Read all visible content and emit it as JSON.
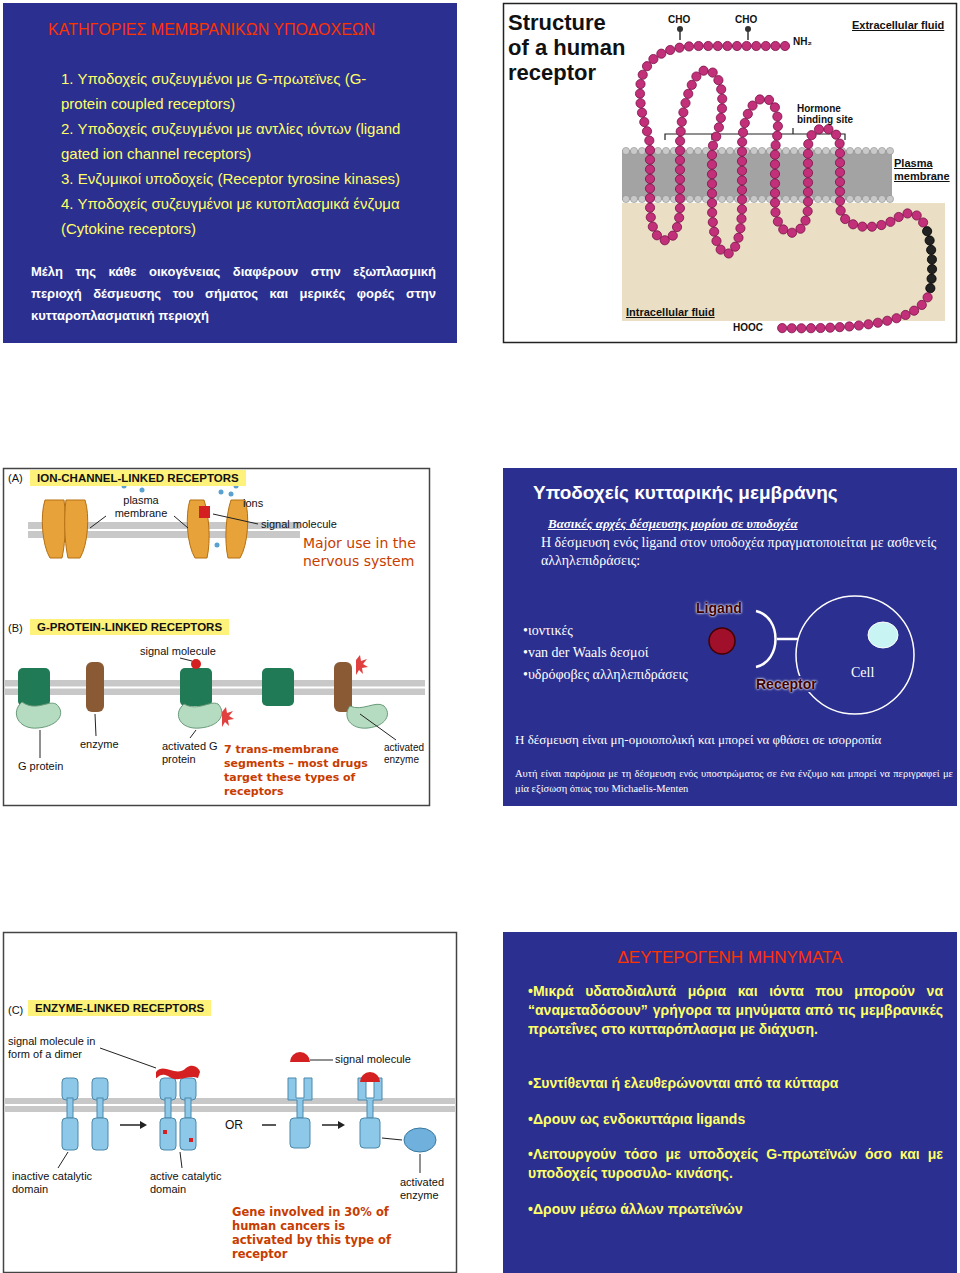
{
  "diagram": {
    "nodes": [
      {
        "text": [
          "ΚΑΤΗΓΟΡΙΕΣ ΜΕΜΒΡΑΝΙΚΩΝ ΥΠΟΔΟΧΕΩΝ",
          "1. Υποδοχείς συζευγμένοι με G-πρωτεϊνες (G-protein coupled receptors)",
          "2. Υποδοχείς συζευγμένοι με αντλίες ιόντων (ligand gated ion channel receptors)",
          "3. Ενζυμικοί υποδοχείς (Receptor tyrosine kinases)",
          "4. Υποδοχείς συζευγμένοι με κυτοπλασμικά ένζυμα (Cytokine receptors)",
          "Μέλη της κάθε οικογένειας διαφέρουν στην εξωπλασμική περιοχή δέσμευσης του σήματος και μερικές φορές στην κυτταροπλασματική περιοχή"
        ]
      },
      {
        "text": [
          "ION-CHANNEL-LINKED RECEPTORS"
        ]
      },
      {
        "text": [
          "G-PROTEIN-LINKED RECEPTORS"
        ]
      },
      {
        "text": [
          "Υποδοχείς κυτταρικής μεμβράνης",
          "Βασικές αρχές δέσμευσης μορίου σε υποδοχέα",
          "Η δέσμευση ενός ligand στον υποδοχέα πραγματοποιείται με ασθενείς αλληλεπιδράσεις:",
          "•ιοντικές",
          "•van der Waals δεσμοί",
          "•υδρόφοβες αλληλεπιδράσεις",
          "Η δέσμευση είναι μη-ομοιοπολική και μπορεί να φθάσει σε ισορροπία",
          "Αυτή είναι παρόμοια με τη δέσμευση ενός υποστρώματος σε ένα ένζυμο και μπορεί να περιγραφεί με μία εξίσωση όπως του Michaelis-Menten"
        ]
      },
      {
        "text": [
          "Ligand"
        ],
        "in": 3
      },
      {
        "text": [
          "Receptor"
        ],
        "in": 3
      },
      {
        "text": [
          "Cell"
        ],
        "in": 3
      },
      {
        "text": [
          "ENZYME-LINKED RECEPTORS"
        ]
      },
      {
        "text": [
          "ΔΕΥΤΕΡΟΓΕΝΗ ΜΗΝΥΜΑΤΑ",
          "•Μικρά υδατοδιαλυτά μόρια και ιόντα που μπορούν να “αναμεταδόσουν” γρήγορα τα μηνύματα από τις μεμβρανικές πρωτεΐνες στο κυτταρόπλασμα με διάχυση.",
          "•Συντίθενται ή ελευθερώνονται από τα κύτταρα",
          "•Δρουν ως ενδοκυττάρια ligands",
          "•Λειτουργούν τόσο με υποδοχείς G-πρωτεϊνών όσο και με υποδοχείς τυροσυλο- κινάσης.",
          "•Δρουν μέσω άλλων πρωτεϊνών"
        ]
      }
    ],
    "labels": [
      "Structure of a human receptor",
      "CHO",
      "CHO",
      "NH₂",
      "Extracellular fluid",
      "Hormone binding site",
      "Plasma membrane",
      "Intracellular fluid",
      "HOOC",
      "(A)",
      "plasma membrane",
      "ions",
      "signal molecule",
      "Major use in the nervous system",
      "(B)",
      "signal molecule",
      "enzyme",
      "G protein",
      "activated G protein",
      "7 trans-membrane segments – most drugs target these types of receptors",
      "activated enzyme",
      "(C)",
      "signal molecule in form of a dimer",
      "signal molecule",
      "OR",
      "inactive catalytic domain",
      "active catalytic domain",
      "activated enzyme",
      "Gene involved in 30% of human cancers is activated by this type of receptor"
    ]
  }
}
